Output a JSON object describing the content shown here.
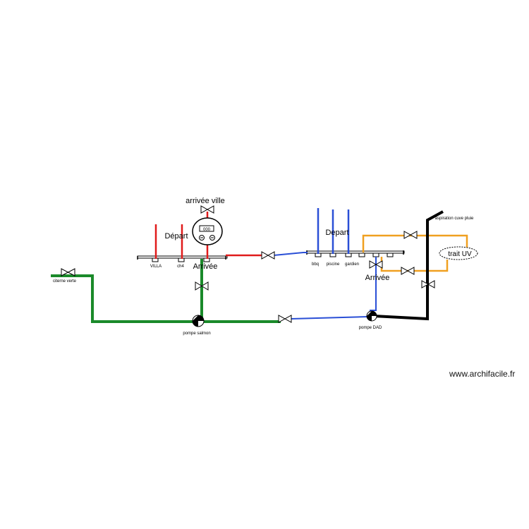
{
  "labels": {
    "arrivee_ville": "arrivée ville",
    "depart_left": "Départ",
    "villa": "VILLA",
    "ch4": "ch4",
    "arrivee_left": "Arrivée",
    "citerne": "citerne verte",
    "pompe_salmon": "pompe salmon",
    "depart_right": "Depart",
    "bbq": "bbq",
    "piscine": "piscine",
    "gardien": "gardien",
    "arrivee_right": "Arrivée",
    "pompe_dad": "pompe DAD",
    "aspiration": "aspiration cuve pluie",
    "trait_uv": "trait UV",
    "meter_display": "000"
  },
  "watermark": "www.archifacile.fr",
  "colors": {
    "hot_red": "#e01b1b",
    "cold_blue": "#2a4fd6",
    "green_pipe": "#1a8a2a",
    "orange_pipe": "#f0a020",
    "black_pipe": "#000000"
  }
}
